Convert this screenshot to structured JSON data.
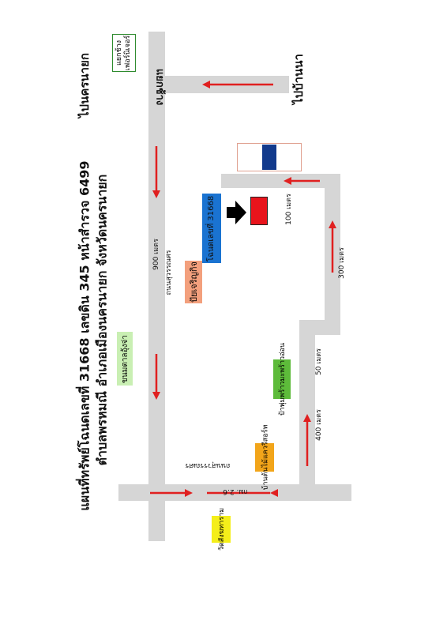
{
  "title": {
    "line1": "แผนที่ทรัพย์โฉนดเลขที่ 31668 เลขดิน 345 หน้าสำรวจ 6499",
    "line2": "ตำบลพรหมณี อำเภอเมืองนครนายก จังหวัดนครนายก"
  },
  "directions": {
    "to_nakhon_nayok": "ไปนครนายก",
    "to_ban_na": "ไปบ้านนา"
  },
  "junction": "แยกช้าง",
  "roads": {
    "suwannason": "ถนนสุวรรณศร",
    "km": "กม. 2.6"
  },
  "distances": {
    "d900": "900 เมตร",
    "d100": "100 เมตร",
    "d300": "300 เมตร",
    "d50": "50 เมตร",
    "d400": "400 เมตร"
  },
  "landmarks": {
    "furniture": {
      "line1": "แยกช้าง",
      "line2": "เฟอร์นิเจอร์",
      "color": "#2e8b2e"
    },
    "pyairuangkit": {
      "label": "ปัยเจริญกิจ",
      "color": "#f3a07d"
    },
    "khanom": {
      "label": "ขนมตาลอุ้งจ่า",
      "color": "#c9efb3"
    },
    "deed": {
      "label": "โฉนดเลขที่ 31668",
      "color": "#1a73d1"
    },
    "property": {
      "color": "#e8141c"
    },
    "blue_building": {
      "color": "#123a8c"
    },
    "phumporn": {
      "label": "ป้าพุ่มพร้าวมะพร้าวอ่อน",
      "color": "#5dbb3a"
    },
    "tree_shop": {
      "label": "บ้านต้นไม้แควรีสอร์ท",
      "color": "#f2a51a"
    },
    "temple": {
      "label": "วัดสังฆทาราม",
      "color": "#f4ee1a"
    }
  },
  "colors": {
    "road": "#d6d6d6",
    "arrow": "#e02020"
  }
}
